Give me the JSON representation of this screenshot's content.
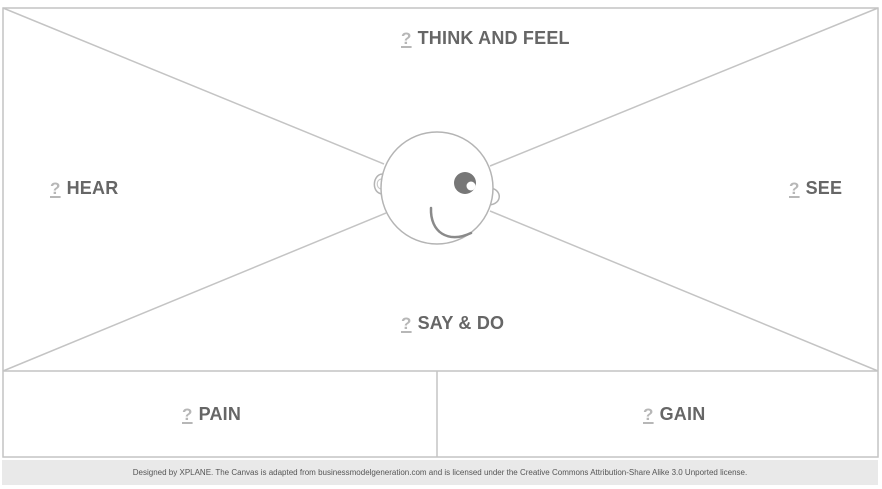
{
  "colors": {
    "line": "#c4c4c4",
    "face_stroke": "#b4b4b4",
    "label": "#666666",
    "question_mark": "#b7b7b7",
    "footer_bg": "#e9e9e9",
    "eye": "#777777"
  },
  "icons": [
    "question-mark-icon",
    "face-illustration",
    "eye-icon",
    "ear-icon",
    "mouth-smile"
  ],
  "sections": {
    "think_feel": {
      "mark": "?",
      "label": "THINK AND FEEL"
    },
    "hear": {
      "mark": "?",
      "label": "HEAR"
    },
    "see": {
      "mark": "?",
      "label": "SEE"
    },
    "say_do": {
      "mark": "?",
      "label": "SAY & DO"
    },
    "pain": {
      "mark": "?",
      "label": "PAIN"
    },
    "gain": {
      "mark": "?",
      "label": "GAIN"
    }
  },
  "footer": {
    "text": "Designed by XPLANE. The Canvas is adapted from businessmodelgeneration.com and is licensed under the Creative Commons Attribution-Share Alike 3.0 Unported license."
  }
}
